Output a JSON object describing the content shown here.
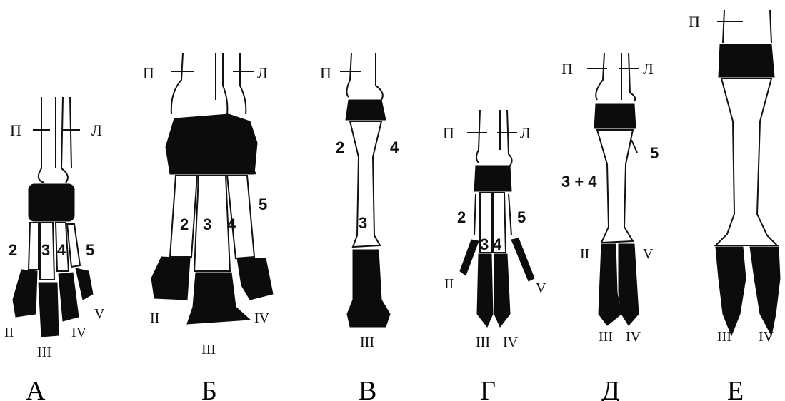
{
  "panels": [
    {
      "letter": "А",
      "axis_left": "П",
      "axis_right": "Л",
      "numbers": [
        "2",
        "3",
        "4",
        "5"
      ],
      "toes": [
        "II",
        "III",
        "IV",
        "V"
      ]
    },
    {
      "letter": "Б",
      "axis_left": "П",
      "axis_right": "Л",
      "numbers": [
        "2",
        "3",
        "4",
        "5"
      ],
      "toes": [
        "II",
        "III",
        "IV"
      ]
    },
    {
      "letter": "В",
      "axis_left": "П",
      "numbers": [
        "2",
        "4",
        "3"
      ],
      "toes": [
        "III"
      ]
    },
    {
      "letter": "Г",
      "axis_left": "П",
      "axis_right": "Л",
      "numbers": [
        "2",
        "5",
        "3",
        "4"
      ],
      "toes": [
        "II",
        "V",
        "III",
        "IV"
      ]
    },
    {
      "letter": "Д",
      "axis_left": "П",
      "axis_right": "Л",
      "numbers": [
        "5",
        "3 + 4"
      ],
      "toes": [
        "II",
        "V",
        "III",
        "IV"
      ]
    },
    {
      "letter": "Е",
      "axis_left": "П",
      "toes": [
        "III",
        "IV"
      ]
    }
  ]
}
